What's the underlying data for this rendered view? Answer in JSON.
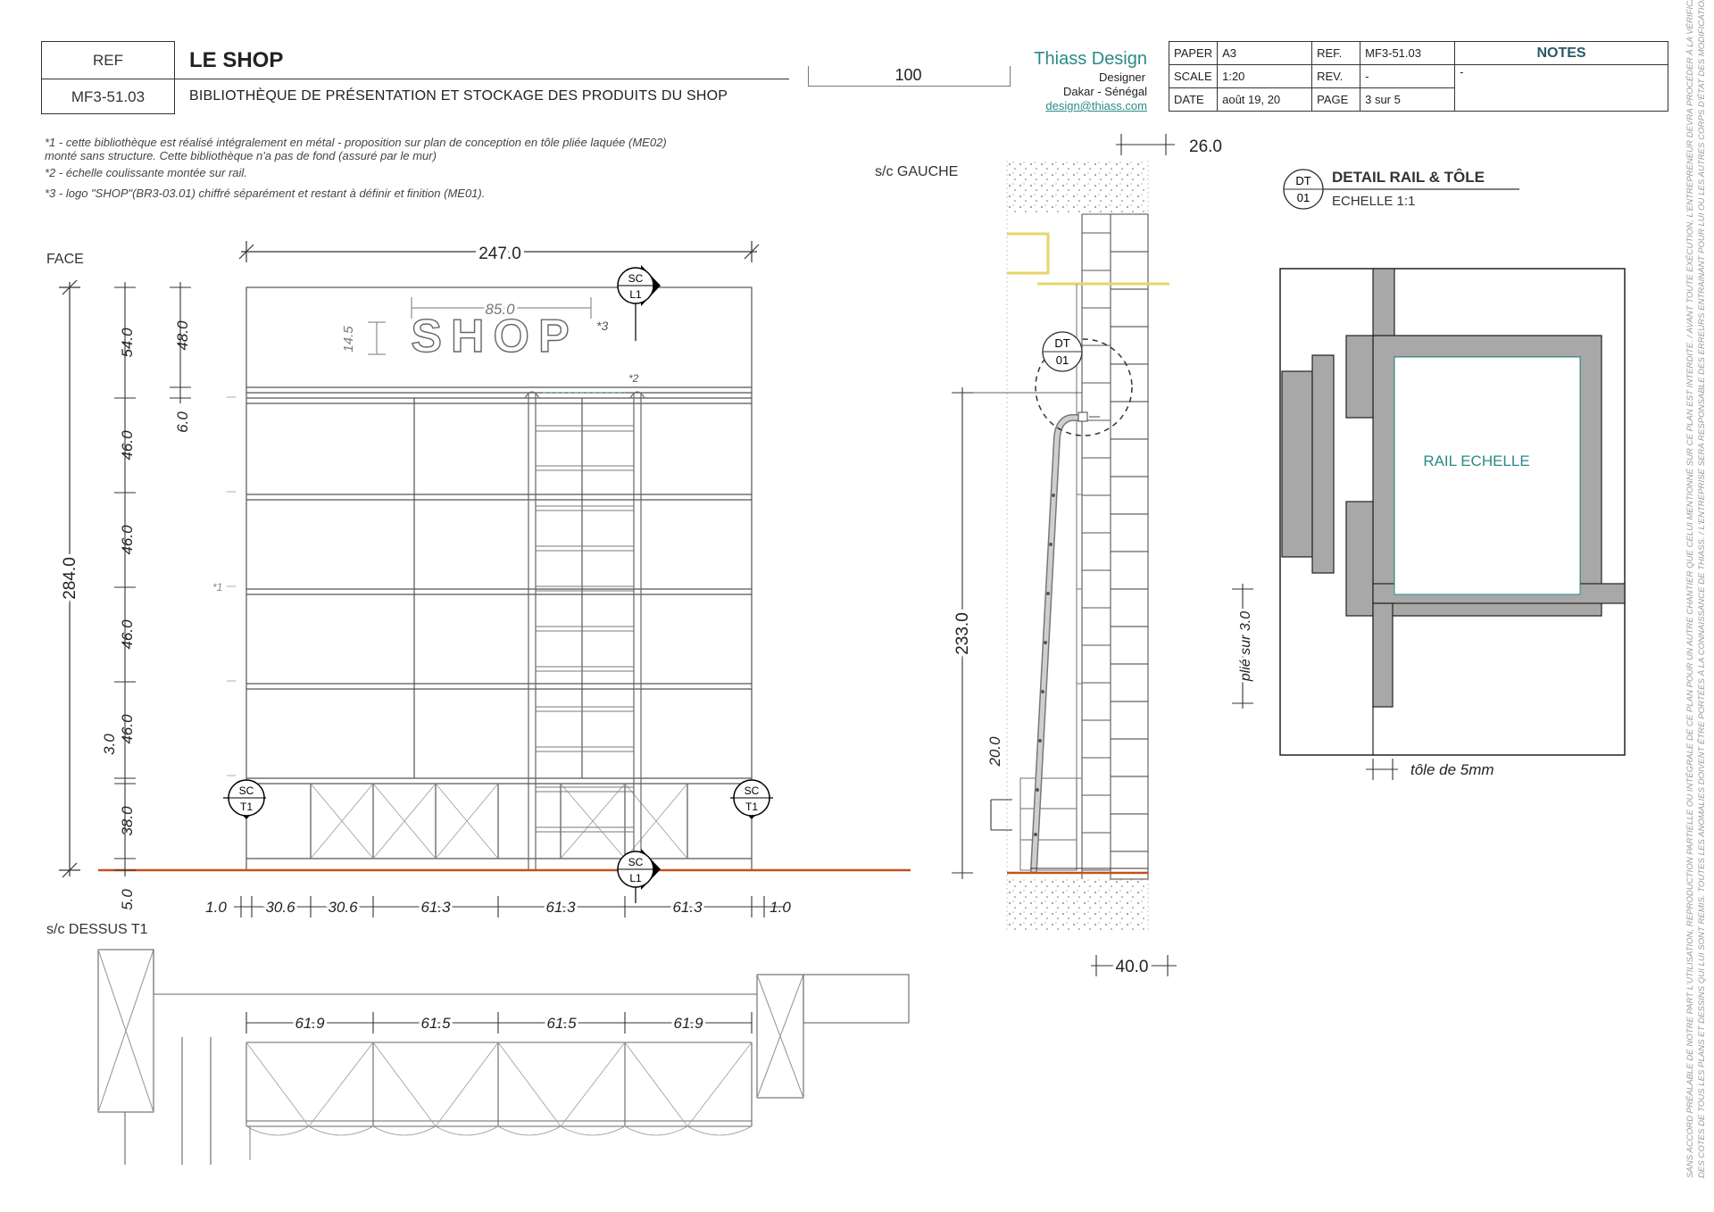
{
  "header": {
    "ref_label": "REF",
    "ref_value": "MF3-51.03",
    "title": "LE SHOP",
    "subtitle": "BIBLIOTHÈQUE DE PRÉSENTATION ET STOCKAGE DES PRODUITS DU SHOP",
    "quantity": "100",
    "company": "Thiass Design",
    "role": "Designer",
    "location": "Dakar - Sénégal",
    "email": "design@thiass.com"
  },
  "info": {
    "paper_label": "PAPER",
    "paper_value": "A3",
    "scale_label": "SCALE",
    "scale_value": "1:20",
    "date_label": "DATE",
    "date_value": "août 19, 20",
    "ref_label": "REF.",
    "ref_value": "MF3-51.03",
    "rev_label": "REV.",
    "rev_value": "-",
    "page_label": "PAGE",
    "page_value": "3 sur 5",
    "notes_label": "NOTES",
    "notes_value": "-"
  },
  "notes": {
    "n1a": "*1 - cette bibliothèque est réalisé intégralement en métal - proposition sur plan de conception en tôle pliée laquée (ME02)",
    "n1b": "monté sans structure. Cette bibliothèque n'a pas de fond (assuré par le mur)",
    "n2": "*2 - échelle coulissante montée sur rail.",
    "n3": "*3 - logo \"SHOP\"(BR3-03.01) chiffré séparément et restant à définir et finition (ME01)."
  },
  "face": {
    "label": "FACE",
    "width_total": "247.0",
    "height_total": "284.0",
    "logo_width": "85.0",
    "logo_height": "14.5",
    "logo_text": "SHOP",
    "mark_logo": "*3",
    "mark_ladder": "*2",
    "mark_body": "*1",
    "left_dims": [
      "54.0",
      "46.0",
      "46.0",
      "46.0",
      "46.0",
      "38.0",
      "5.0"
    ],
    "left_dim_small": "3.0",
    "second_dims": [
      "48.0",
      "6.0"
    ],
    "bottom_dims": [
      "1.0",
      "30.6",
      "30.6",
      "61.3",
      "61.3",
      "61.3",
      "1.0"
    ]
  },
  "section_markers": {
    "sc": "SC",
    "l1": "L1",
    "t1": "T1",
    "dt": "DT",
    "n01": "01"
  },
  "plan": {
    "label": "s/c DESSUS T1",
    "dims": [
      "61.9",
      "61.5",
      "61.5",
      "61.9"
    ]
  },
  "side": {
    "label": "s/c GAUCHE",
    "top_dim": "26.0",
    "height_dim": "233.0",
    "ladder_dim": "20.0",
    "fold_note": "plié sur 3.0",
    "bottom_dim": "40.0"
  },
  "detail": {
    "title": "DETAIL RAIL & TÔLE",
    "scale": "ECHELLE  1:1",
    "rail_label": "RAIL ECHELLE",
    "sheet_note": "tôle de 5mm"
  },
  "disclaimer": {
    "line1": "SANS ACCORD PRÉALABLE DE NOTRE PART L'UTILISATION, REPRODUCTION PARTIELLE OU INTÉGRALE DE CE PLAN POUR UN AUTRE CHANTIER QUE CELUI MENTIONNÉ SUR CE PLAN EST INTERDITE. / AVANT TOUTE EXÉCUTION, L'ENTREPRENEUR DEVRA PROCÉDER À LA VÉRIFICATION",
    "line2": "DES COTES DE TOUS LES PLANS ET DESSINS QUI LUI SONT REMIS. TOUTES LES ANOMALIES DOIVENT ÊTRE PORTÉES À LA CONNAISSANCE DE THIASS. / L'ENTREPRISE SERA RESPONSABLE DES ERREURS ENTRAINANT POUR LUI OU LES AUTRES CORPS D'ÉTAT DES MODIFICATIONS."
  },
  "colors": {
    "accent": "#2a8a86",
    "floor": "#c0541c",
    "rail": "#e6d66a",
    "metal": "#a8a8a8"
  }
}
